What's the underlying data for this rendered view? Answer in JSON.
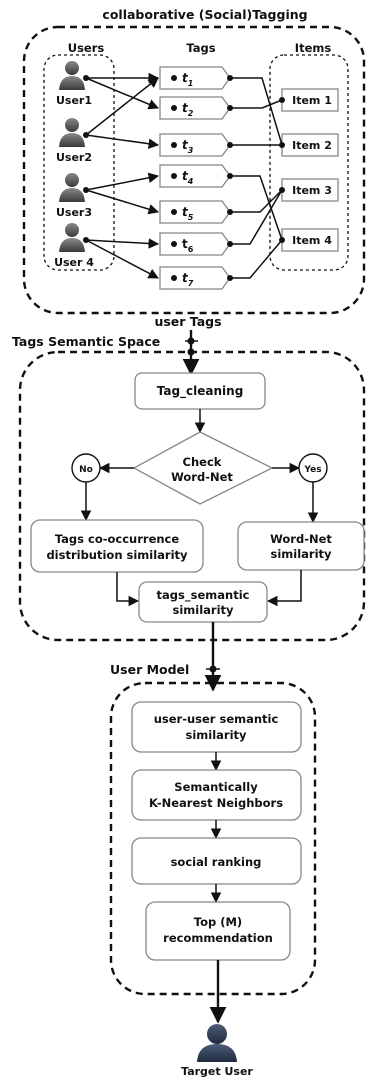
{
  "sections": {
    "tagging_title": "collaborative (Social)Tagging",
    "users_header": "Users",
    "tags_header": "Tags",
    "items_header": "Items",
    "user_tags": "user Tags",
    "semantic_space": "Tags Semantic Space",
    "user_model": "User Model"
  },
  "users": [
    "User1",
    "User2",
    "User3",
    "User 4"
  ],
  "tags": [
    {
      "base": "t",
      "sub": "1",
      "italic": true
    },
    {
      "base": "t",
      "sub": "2",
      "italic": true
    },
    {
      "base": "t",
      "sub": "3",
      "italic": true
    },
    {
      "base": "t",
      "sub": "4",
      "italic": true
    },
    {
      "base": "t",
      "sub": "5",
      "italic": true
    },
    {
      "base": "t",
      "sub": "6",
      "italic": false
    },
    {
      "base": "t",
      "sub": "7",
      "italic": true
    }
  ],
  "items": [
    "Item 1",
    "Item 2",
    "Item 3",
    "Item 4"
  ],
  "flow": {
    "tag_cleaning": "Tag_cleaning",
    "check_line1": "Check",
    "check_line2": "Word-Net",
    "no": "No",
    "yes": "Yes",
    "cooc_line1": "Tags co-occurrence",
    "cooc_line2": "distribution similarity",
    "wn_line1": "Word-Net",
    "wn_line2": "similarity",
    "tss_line1": "tags_semantic",
    "tss_line2": "similarity",
    "uus_line1": "user-user semantic",
    "uus_line2": "similarity",
    "knn_line1": "Semantically",
    "knn_line2": "K-Nearest Neighbors",
    "social_ranking": "social ranking",
    "topm_line1": "Top (M)",
    "topm_line2": "recommendation"
  },
  "target_user": "Target User",
  "colors": {
    "avatar": "#5a5a5a",
    "target_avatar": "#2f3d55",
    "box_border": "#888888"
  }
}
